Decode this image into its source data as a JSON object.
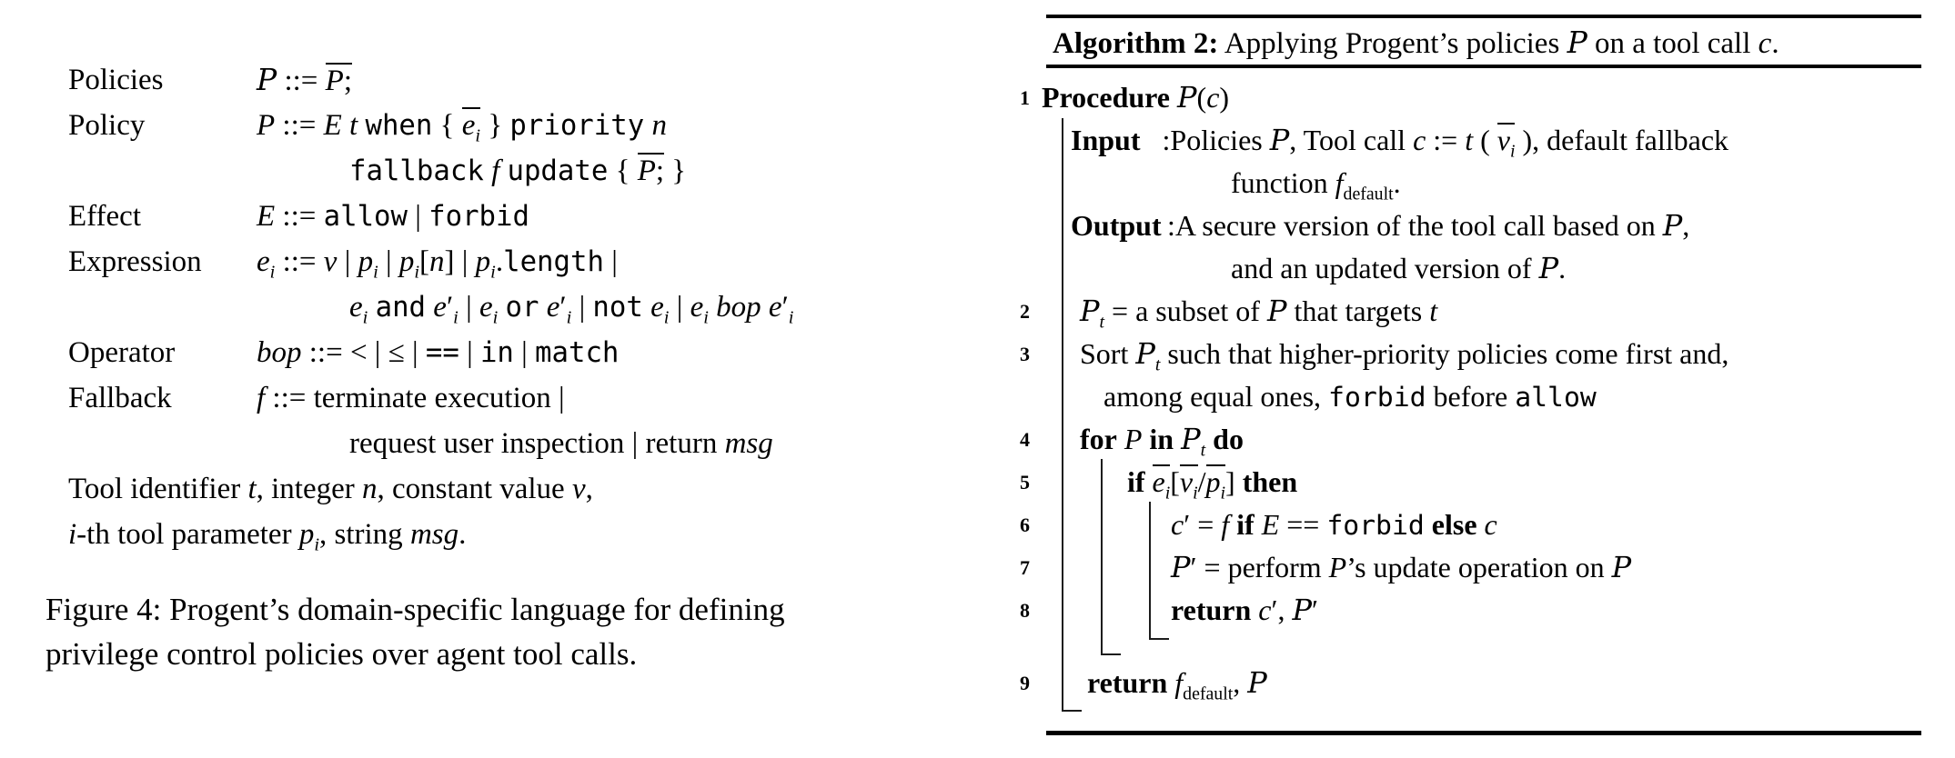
{
  "figure4": {
    "grammar": {
      "rows": [
        {
          "label": "Policies",
          "production_html": "<span class='cal'>P</span> ::= <span class='ov'><i>P</i>;</span>"
        },
        {
          "label": "Policy",
          "production_html": "<i>P</i> ::= <i>E</i> <i>t</i> <span class='tt'>when</span> { <span class='ov'><i>e<sub>i</sub></i></span> } <span class='tt'>priority</span> <i>n</i>"
        },
        {
          "label": "",
          "production_html": "<span class='tt'>fallback</span> <i>f</i> <span class='tt'>update</span> { <span class='ov'><i>P</i>;</span> }"
        },
        {
          "label": "Effect",
          "production_html": "<i>E</i> ::= <span class='tt'>allow</span> | <span class='tt'>forbid</span>"
        },
        {
          "label": "Expression",
          "production_html": "<i>e<sub>i</sub></i> ::= <i>v</i> | <i>p<sub>i</sub></i> | <i>p<sub>i</sub></i>[<i>n</i>] | <i>p<sub>i</sub></i>.<span class='tt'>length</span> |"
        },
        {
          "label": "",
          "production_html": "<i>e<sub>i</sub></i> <span class='tt'>and</span> <i>e</i>&#8242;<sub><i>i</i></sub> | <i>e<sub>i</sub></i> <span class='tt'>or</span> <i>e</i>&#8242;<sub><i>i</i></sub> | <span class='tt'>not</span> <i>e<sub>i</sub></i> | <i>e<sub>i</sub></i> <i>bop</i> <i>e</i>&#8242;<sub><i>i</i></sub>"
        },
        {
          "label": "Operator",
          "production_html": "<i>bop</i> ::= &lt; | &#8804; | <span class='tt'>==</span> | <span class='tt'>in</span> | <span class='tt'>match</span>"
        },
        {
          "label": "Fallback",
          "production_html": "<i>f</i> ::= terminate execution |"
        },
        {
          "label": "",
          "production_html": "request user inspection | return <i>msg</i>"
        }
      ],
      "notes": [
        "Tool identifier <i>t</i>, integer <i>n</i>, constant value <i>v</i>,",
        "<i>i</i>-th tool parameter <i>p<sub>i</sub></i>, string <i>msg</i>."
      ]
    },
    "caption_lines": [
      "Figure 4: Progent’s domain-specific language for defining",
      "privilege control policies over agent tool calls."
    ]
  },
  "algorithm2": {
    "title_html": "<b>Algorithm 2:</b> Applying Progent’s policies <span class='cal'>P</span> on a tool call <i>c</i>.",
    "rows": [
      {
        "num": "1",
        "html": "<b>Procedure</b> <span class='cal'>P</span>(<i>c</i>)"
      },
      {
        "num": "",
        "html": "<b>Input</b>&nbsp;&nbsp;&nbsp;:Policies <span class='cal'>P</span>, Tool call <i>c</i> := <i>t</i> ( <span class='ov'><i>v<sub>i</sub></i></span> ), default fallback"
      },
      {
        "num": "",
        "html": "function <i>f</i><sub>default</sub>."
      },
      {
        "num": "",
        "html": "<b>Output</b>&#8201;:A secure version of the tool call based on <span class='cal'>P</span>,"
      },
      {
        "num": "",
        "html": "and an updated version of <span class='cal'>P</span>."
      },
      {
        "num": "2",
        "html": "<span class='cal'>P</span><sub><i>t</i></sub> = a subset of <span class='cal'>P</span> that targets <i>t</i>"
      },
      {
        "num": "3",
        "html": "Sort <span class='cal'>P</span><sub><i>t</i></sub> such that higher-priority policies come first and,"
      },
      {
        "num": "",
        "html": "among equal ones, <span class='tt'>forbid</span> before <span class='tt'>allow</span>"
      },
      {
        "num": "4",
        "html": "<b>for</b> <i>P</i> <b>in</b> <span class='cal'>P</span><sub><i>t</i></sub> <b>do</b>"
      },
      {
        "num": "5",
        "html": "<b>if</b> <span class='ov'><i>e<sub>i</sub></i></span>[<span class='ov'><i>v<sub>i</sub></i></span>/<span class='ov'><i>p<sub>i</sub></i></span>] <b>then</b>"
      },
      {
        "num": "6",
        "html": "<i>c</i>&#8242; = <i>f</i> <b>if</b> <i>E</i> == <span class='tt'>forbid</span> <b>else</b> <i>c</i>"
      },
      {
        "num": "7",
        "html": "<span class='cal'>P</span>&#8242; = perform <i>P</i>’s update operation on <span class='cal'>P</span>"
      },
      {
        "num": "8",
        "html": "<b>return</b> <i>c</i>&#8242;, <span class='cal'>P</span>&#8242;"
      },
      {
        "num": "9",
        "html": "<b>return</b> <i>f</i><sub>default</sub>, <span class='cal'>P</span>"
      }
    ]
  }
}
